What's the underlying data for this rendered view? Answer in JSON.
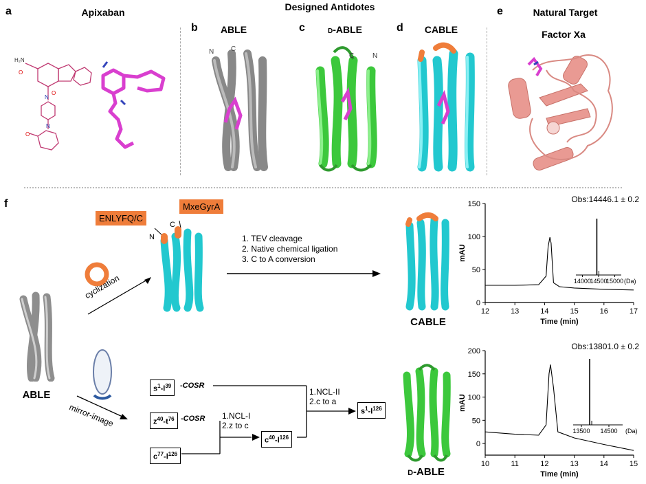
{
  "panels": {
    "a": {
      "label": "a",
      "title": "Apixaban"
    },
    "b": {
      "label": "b",
      "title": "ABLE"
    },
    "c": {
      "label": "c",
      "title": "D-ABLE",
      "title_prefix": "D",
      "title_rest": "-ABLE"
    },
    "d": {
      "label": "d",
      "title": "CABLE"
    },
    "e": {
      "label": "e",
      "title": "Natural Target",
      "subtitle": "Factor Xa"
    },
    "f": {
      "label": "f"
    }
  },
  "header_designed": "Designed Antidotes",
  "helix_labels": {
    "n": "N",
    "c": "C"
  },
  "colors": {
    "gray": "#9a9a9a",
    "green": "#3cc83c",
    "cyan": "#22c8cf",
    "orange": "#ef7d3a",
    "magenta": "#d93fcf",
    "salmon": "#e99a93"
  },
  "workflow": {
    "able_label": "ABLE",
    "cyclization": "cyclization",
    "mirror_image": "mirror-image",
    "tag_left": "ENLYFQ/C",
    "tag_right": "MxeGyrA",
    "steps": [
      "1. TEV cleavage",
      "2. Native chemical ligation",
      "3. C to A conversion"
    ],
    "cable_label": "CABLE",
    "dable_prefix": "D",
    "dable_rest": "-ABLE",
    "box_s1": {
      "a": "s",
      "a_sup": "1",
      "b": "-l",
      "b_sup": "39",
      "c": "-",
      "d": "COSR"
    },
    "box_z40": {
      "a": "z",
      "a_sup": "40",
      "b": "-t",
      "b_sup": "76",
      "c": "-",
      "d": "COSR"
    },
    "box_c77": {
      "a": "c",
      "a_sup": "77",
      "b": "-l",
      "b_sup": "126"
    },
    "box_c40": {
      "a": "c",
      "a_sup": "40",
      "b": "-l",
      "b_sup": "126"
    },
    "box_s1_126": {
      "a": "s",
      "a_sup": "1",
      "b": "-l",
      "b_sup": "126"
    },
    "ncl1": [
      "1.NCL-I",
      "2.z to c"
    ],
    "ncl2": [
      "1.NCL-II",
      "2.c to a"
    ]
  },
  "chart_data": [
    {
      "type": "line",
      "title": "Obs:14446.1 ± 0.2",
      "xlabel": "Time (min)",
      "ylabel": "mAU",
      "xlim": [
        12,
        17
      ],
      "ylim": [
        0,
        150
      ],
      "xticks": [
        "12",
        "13",
        "14",
        "15",
        "16",
        "17"
      ],
      "yticks": [
        "0",
        "50",
        "100",
        "150"
      ],
      "x": [
        12.0,
        13.0,
        13.8,
        14.05,
        14.12,
        14.18,
        14.22,
        14.3,
        14.5,
        15.0,
        16.0,
        17.0
      ],
      "y": [
        26,
        26,
        27,
        40,
        85,
        99,
        90,
        30,
        24,
        22,
        20,
        19
      ],
      "inset": {
        "xticks": [
          "14000",
          "14500",
          "15000"
        ],
        "xunit": "(Da)",
        "xlim": [
          13800,
          15200
        ],
        "peak_x": 14446
      }
    },
    {
      "type": "line",
      "title": "Obs:13801.0 ± 0.2",
      "xlabel": "Time (min)",
      "ylabel": "mAU",
      "xlim": [
        10,
        15
      ],
      "ylim": [
        -25,
        200
      ],
      "xticks": [
        "10",
        "11",
        "12",
        "13",
        "14",
        "15"
      ],
      "yticks": [
        "0",
        "50",
        "100",
        "150",
        "200"
      ],
      "x": [
        10.0,
        11.0,
        11.8,
        12.05,
        12.15,
        12.2,
        12.3,
        12.45,
        13.0,
        14.0,
        15.0
      ],
      "y": [
        25,
        20,
        18,
        40,
        150,
        170,
        120,
        25,
        12,
        -2,
        -15
      ],
      "inset": {
        "xticks": [
          "13500",
          "14500"
        ],
        "xunit": "(Da)",
        "xlim": [
          13200,
          15000
        ],
        "peak_x": 13801
      }
    }
  ]
}
